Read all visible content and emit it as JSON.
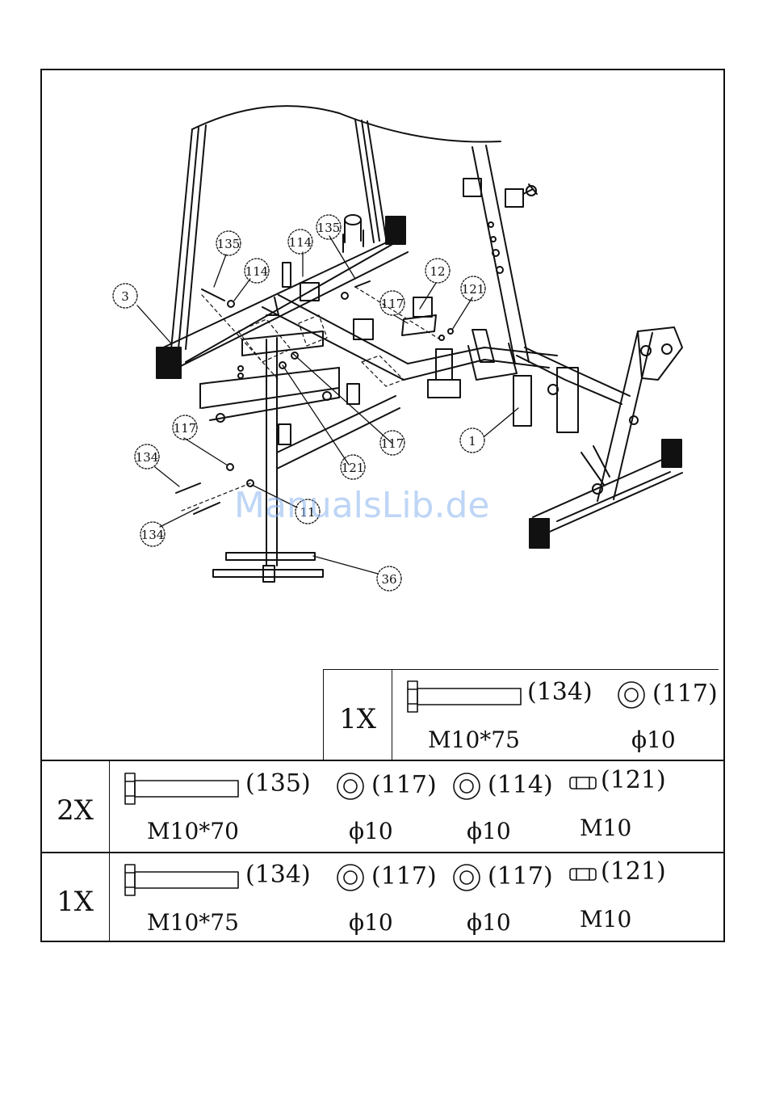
{
  "callouts": [
    "135",
    "114",
    "114",
    "135",
    "12",
    "121",
    "117",
    "3",
    "117",
    "117",
    "121",
    "134",
    "134",
    "11",
    "1",
    "36"
  ],
  "hardware_table": {
    "rows": [
      {
        "quantity": "1X",
        "items": [
          {
            "icon": "bolt-icon",
            "code": "(134)",
            "spec": "M10*75"
          },
          {
            "icon": "washer-icon",
            "code": "(117)",
            "spec": "ϕ10"
          }
        ]
      },
      {
        "quantity": "2X",
        "items": [
          {
            "icon": "bolt-icon",
            "code": "(135)",
            "spec": "M10*70"
          },
          {
            "icon": "washer-icon",
            "code": "(117)",
            "spec": "ϕ10"
          },
          {
            "icon": "washer-icon",
            "code": "(114)",
            "spec": "ϕ10"
          },
          {
            "icon": "nut-icon",
            "code": "(121)",
            "spec": "M10"
          }
        ]
      },
      {
        "quantity": "1X",
        "items": [
          {
            "icon": "bolt-icon",
            "code": "(134)",
            "spec": "M10*75"
          },
          {
            "icon": "washer-icon",
            "code": "(117)",
            "spec": "ϕ10"
          },
          {
            "icon": "washer-icon",
            "code": "(117)",
            "spec": "ϕ10"
          },
          {
            "icon": "nut-icon",
            "code": "(121)",
            "spec": "M10"
          }
        ]
      }
    ]
  },
  "watermark": "ManualsLib.de"
}
